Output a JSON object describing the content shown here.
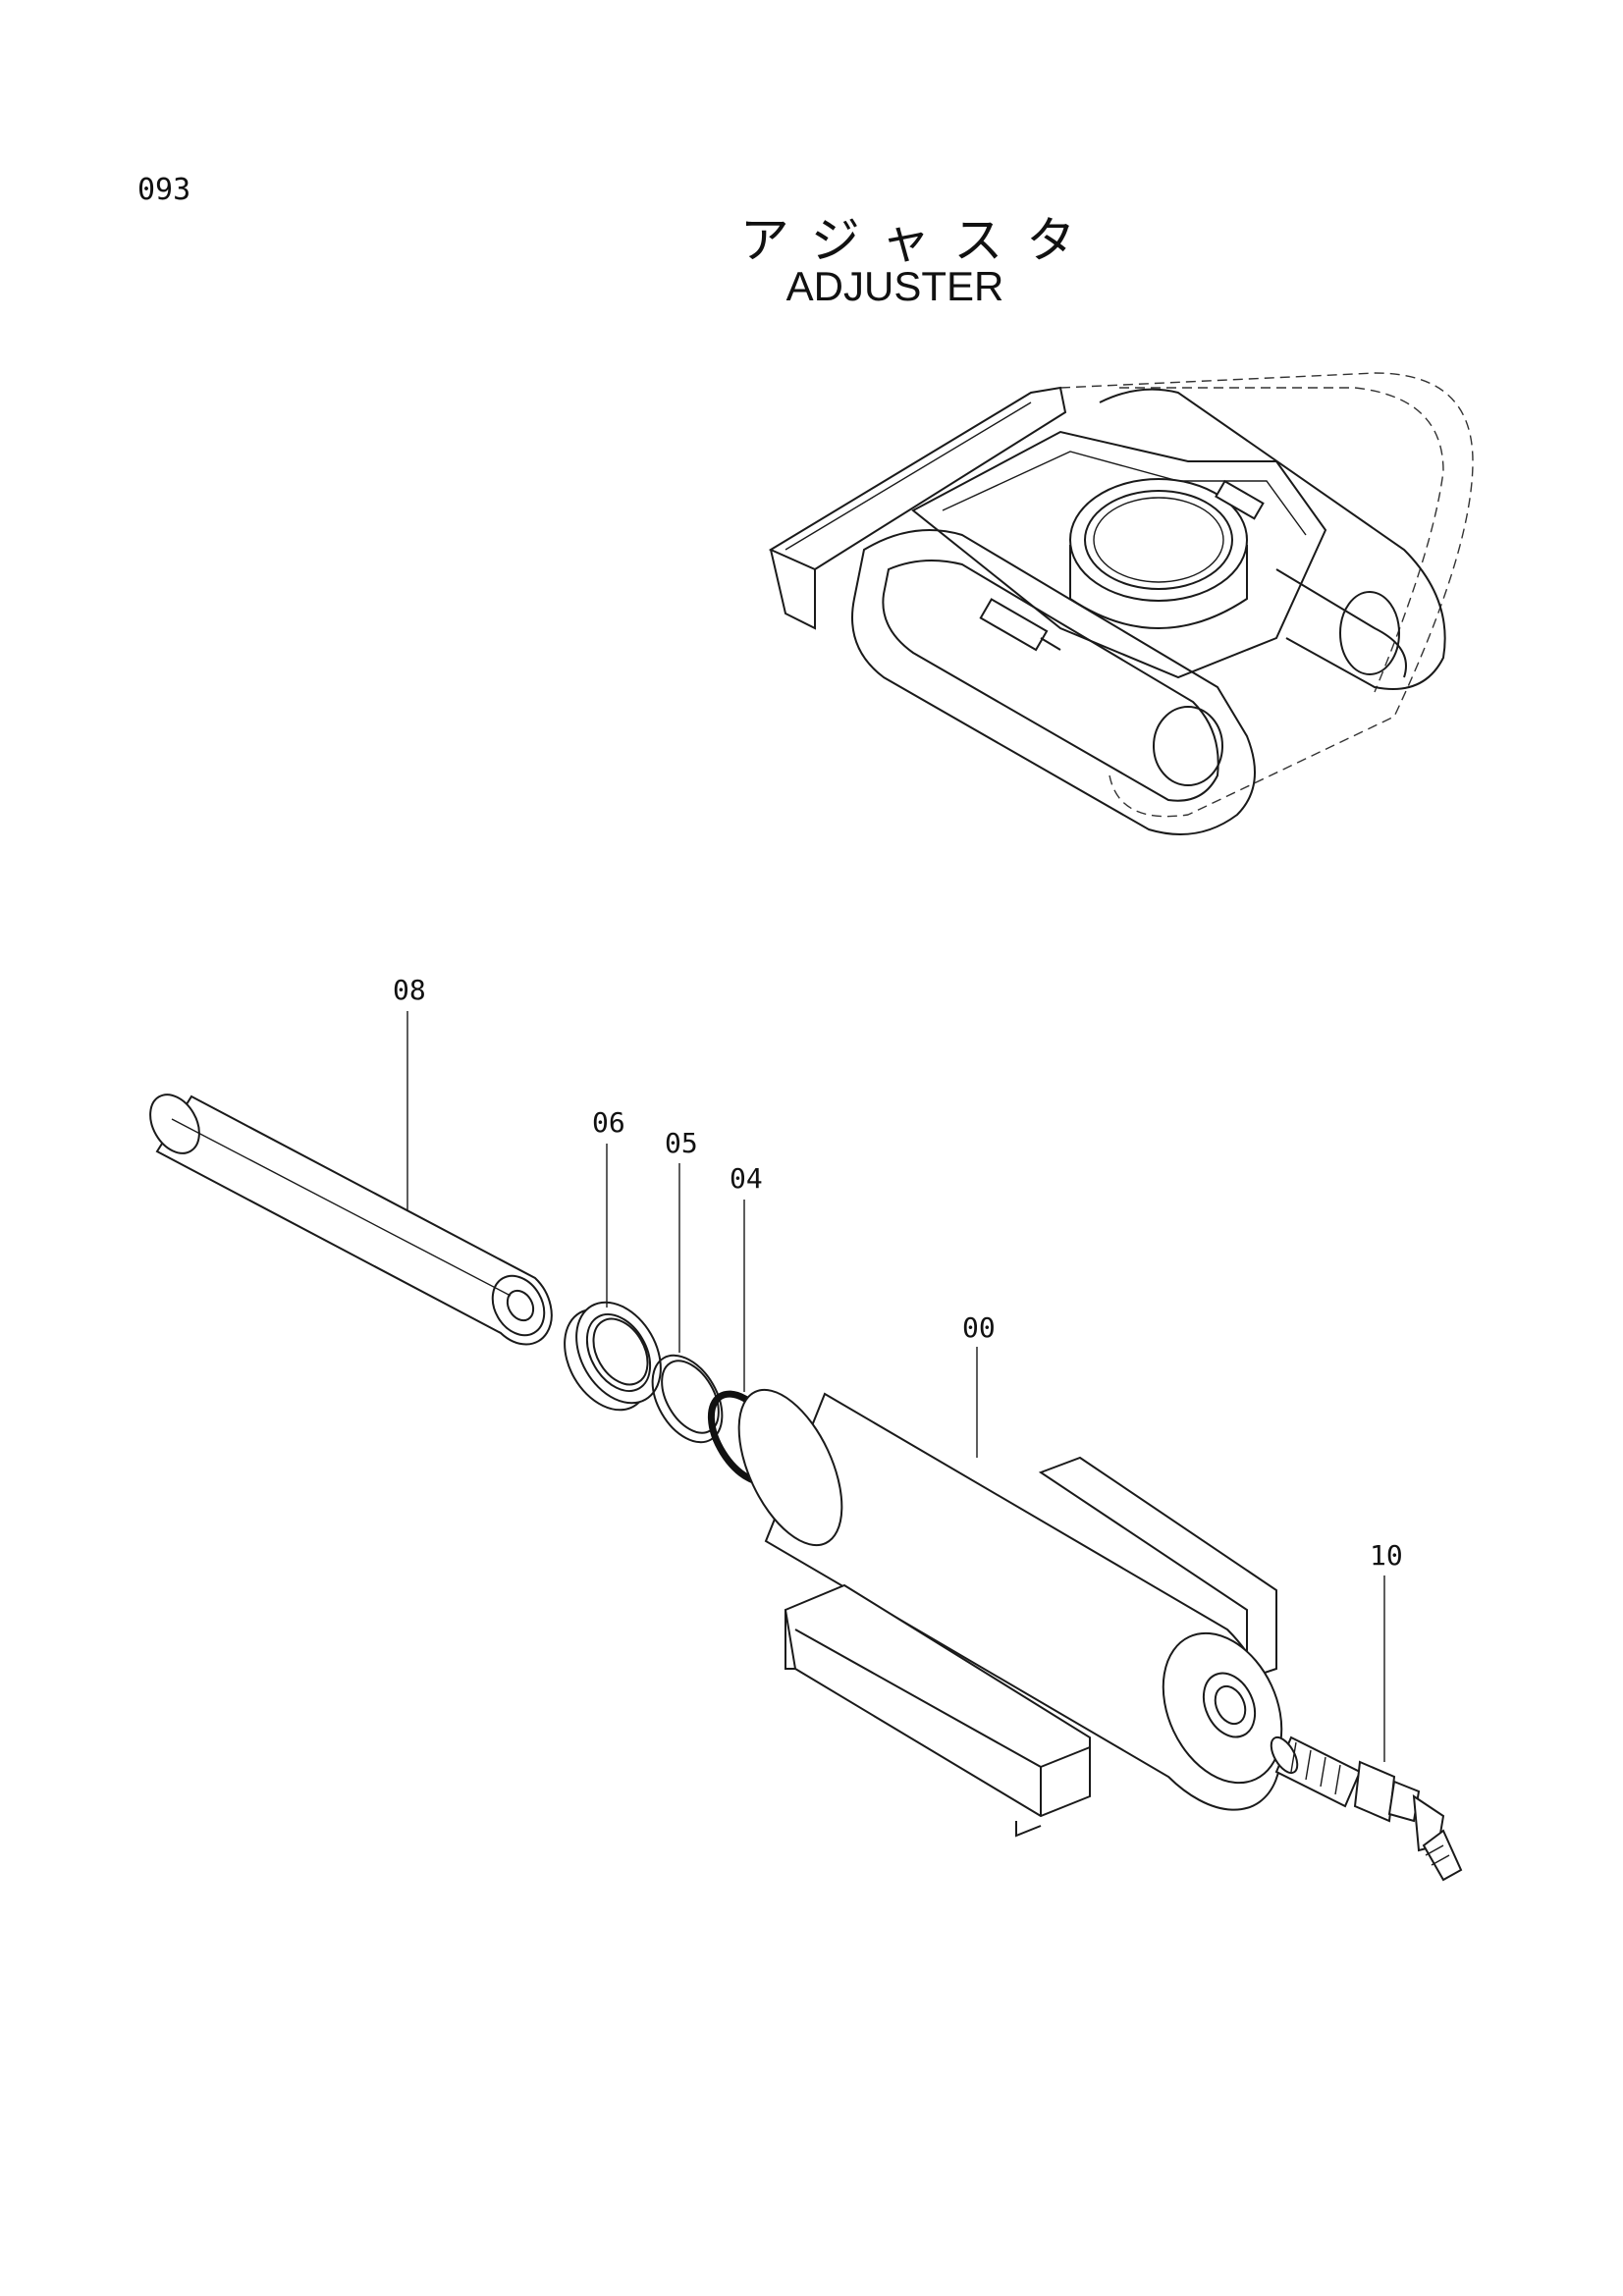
{
  "header": {
    "page_number": "093",
    "title_jp": "アジャスタ",
    "title_en": "ADJUSTER"
  },
  "callouts": [
    {
      "id": "part-08",
      "label": "08"
    },
    {
      "id": "part-06",
      "label": "06"
    },
    {
      "id": "part-05",
      "label": "05"
    },
    {
      "id": "part-04",
      "label": "04"
    },
    {
      "id": "part-00",
      "label": "00"
    },
    {
      "id": "part-10",
      "label": "10"
    }
  ]
}
